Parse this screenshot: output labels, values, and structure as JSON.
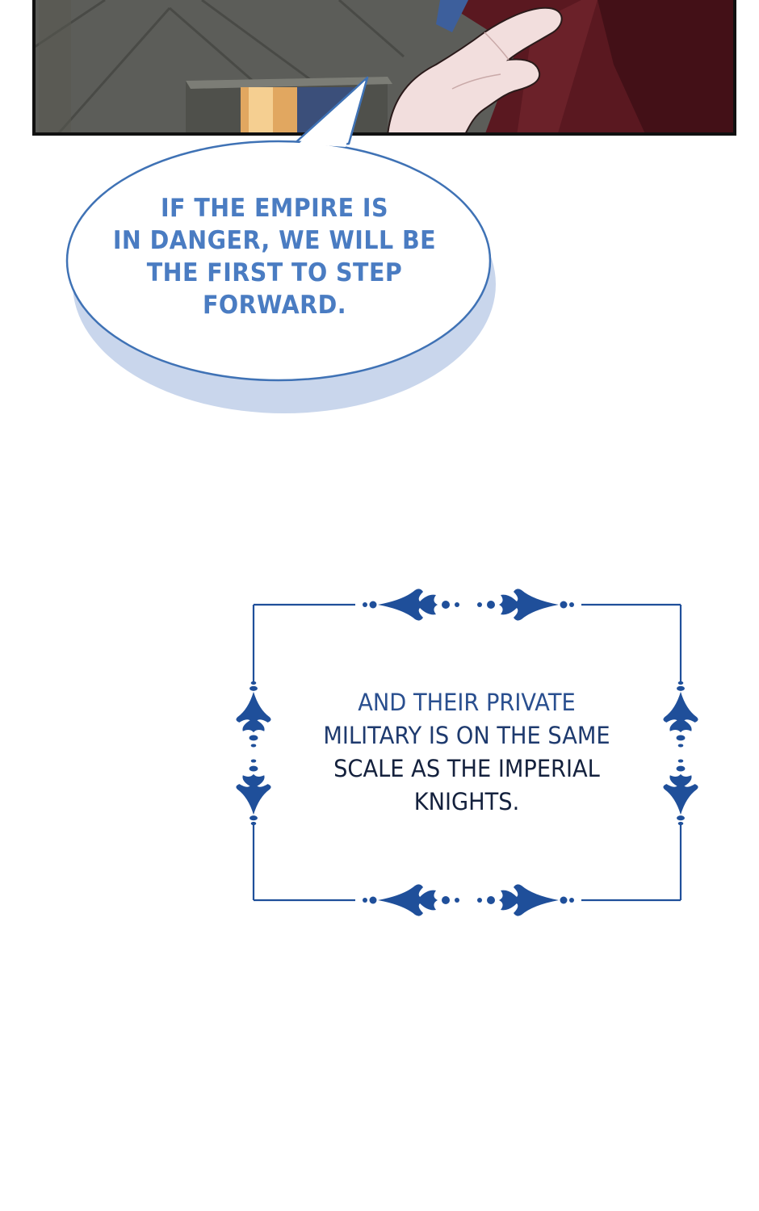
{
  "colors": {
    "bubble_text": "#4a7cc2",
    "bubble_border": "#3f72b5",
    "bubble_shadow": "#c5d3ea",
    "frame_ornament": "#1f4f9a",
    "narration_text": "#14213d",
    "panel_border": "#111111",
    "wall_gray": "#5a5b57",
    "robe_red": "#5a1820",
    "hand_skin": "#f3dedd"
  },
  "speech_bubble": {
    "lines": [
      "IF THE EMPIRE IS",
      "IN DANGER, WE WILL BE",
      "THE FIRST TO STEP",
      "FORWARD."
    ]
  },
  "narration_box": {
    "lines": [
      "AND THEIR PRIVATE",
      "MILITARY IS ON THE SAME",
      "SCALE AS THE IMPERIAL",
      "KNIGHTS."
    ]
  }
}
